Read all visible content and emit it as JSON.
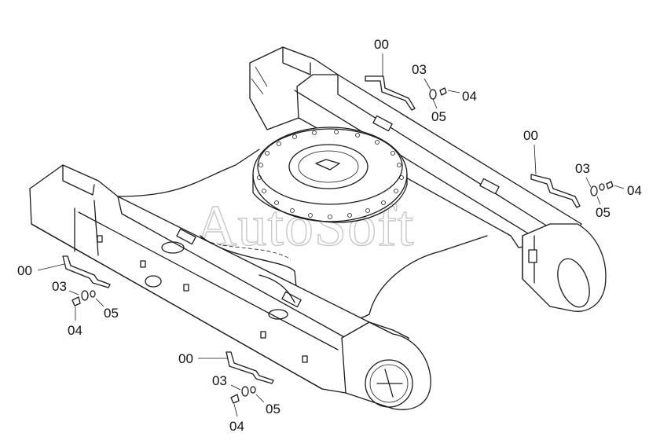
{
  "watermark": "AutoSoft",
  "part_groups": [
    {
      "labels": {
        "bracket": "00",
        "washer": "03",
        "bolt": "04",
        "lockwasher": "05"
      }
    },
    {
      "labels": {
        "bracket": "00",
        "washer": "03",
        "bolt": "04",
        "lockwasher": "05"
      }
    },
    {
      "labels": {
        "bracket": "00",
        "washer": "03",
        "bolt": "04",
        "lockwasher": "05"
      }
    },
    {
      "labels": {
        "bracket": "00",
        "washer": "03",
        "bolt": "04",
        "lockwasher": "05"
      }
    }
  ]
}
